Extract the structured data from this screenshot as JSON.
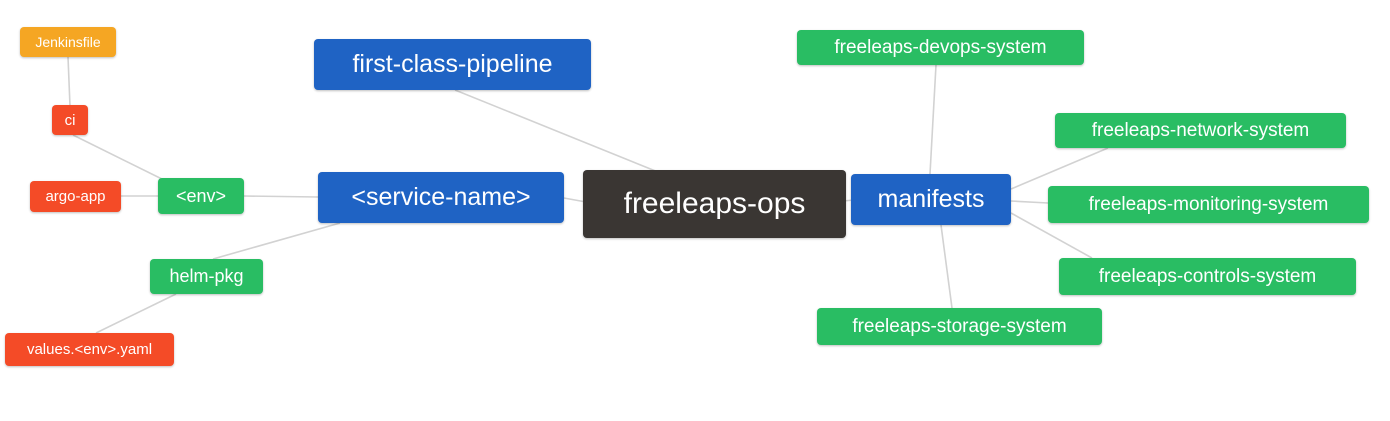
{
  "diagram": {
    "type": "mindmap",
    "colors": {
      "blue": "#1f63c4",
      "green": "#29bd63",
      "red": "#f44b27",
      "orange": "#f5a623",
      "dark": "#3a3633",
      "edge": "#d2d2d2",
      "background": "#ffffff",
      "node_text": "#ffffff"
    },
    "nodes": {
      "freeleaps_ops": {
        "label": "freeleaps-ops",
        "color": "dark"
      },
      "first_class_pipeline": {
        "label": "first-class-pipeline",
        "color": "blue"
      },
      "service_name": {
        "label": "<service-name>",
        "color": "blue"
      },
      "manifests": {
        "label": "manifests",
        "color": "blue"
      },
      "env": {
        "label": "<env>",
        "color": "green"
      },
      "helm_pkg": {
        "label": "helm-pkg",
        "color": "green"
      },
      "ci": {
        "label": "ci",
        "color": "red"
      },
      "argo_app": {
        "label": "argo-app",
        "color": "red"
      },
      "jenkinsfile": {
        "label": "Jenkinsfile",
        "color": "orange"
      },
      "values_env_yaml": {
        "label": "values.<env>.yaml",
        "color": "red"
      },
      "devops_system": {
        "label": "freeleaps-devops-system",
        "color": "green"
      },
      "network_system": {
        "label": "freeleaps-network-system",
        "color": "green"
      },
      "monitoring_system": {
        "label": "freeleaps-monitoring-system",
        "color": "green"
      },
      "controls_system": {
        "label": "freeleaps-controls-system",
        "color": "green"
      },
      "storage_system": {
        "label": "freeleaps-storage-system",
        "color": "green"
      }
    },
    "edges": [
      [
        "jenkinsfile",
        "ci"
      ],
      [
        "ci",
        "env"
      ],
      [
        "argo_app",
        "env"
      ],
      [
        "env",
        "service_name"
      ],
      [
        "helm_pkg",
        "service_name"
      ],
      [
        "values_env_yaml",
        "helm_pkg"
      ],
      [
        "first_class_pipeline",
        "freeleaps_ops"
      ],
      [
        "service_name",
        "freeleaps_ops"
      ],
      [
        "freeleaps_ops",
        "manifests"
      ],
      [
        "manifests",
        "devops_system"
      ],
      [
        "manifests",
        "network_system"
      ],
      [
        "manifests",
        "monitoring_system"
      ],
      [
        "manifests",
        "controls_system"
      ],
      [
        "manifests",
        "storage_system"
      ]
    ]
  }
}
